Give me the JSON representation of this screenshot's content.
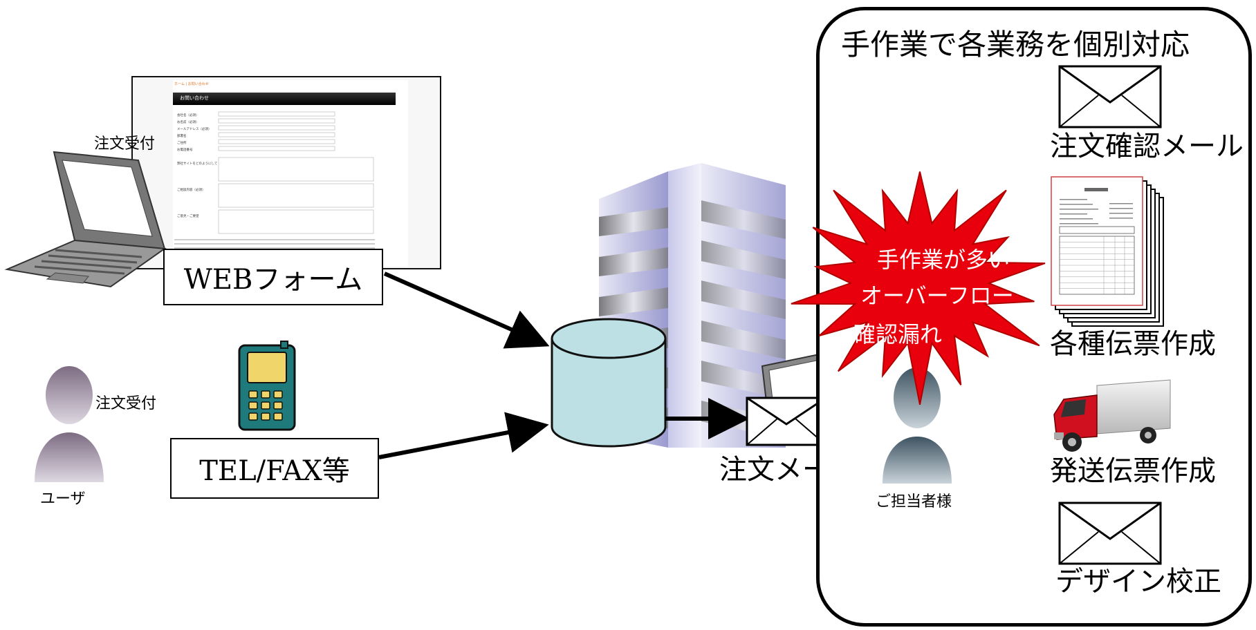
{
  "left": {
    "web_form_label": "WEBフォーム",
    "tel_fax_label": "TEL/FAX等",
    "order_reception_1": "注文受付",
    "order_reception_2": "注文受付",
    "user_label": "ユーザ"
  },
  "center": {
    "order_mail_label": "注文メール",
    "staff_label": "ご担当者様"
  },
  "burst": {
    "lines": [
      "手作業が多い",
      "オーバーフロー",
      "確認漏れ"
    ],
    "color": "#e8000c"
  },
  "right_panel": {
    "title": "手作業で各業務を個別対応",
    "tasks": [
      "注文確認メール",
      "各種伝票作成",
      "発送伝票作成",
      "デザイン校正"
    ]
  },
  "web_form_screenshot": {
    "breadcrumb": "ホーム | お問い合わせ",
    "header": "お問い合わせ",
    "fields": [
      "会社名（必須）",
      "お名前（必須）",
      "メールアドレス（必須）",
      "部署名",
      "ご住所",
      "お電話番号"
    ],
    "area_labels": [
      "弊社サイトをどのようにして お知りになりましたか？",
      "ご相談内容（必須）",
      "ご意見・ご要望"
    ]
  },
  "icons": [
    "laptop-icon",
    "mobile-phone-icon",
    "user-silhouette-icon",
    "database-icon",
    "office-building-icon",
    "envelope-icon",
    "document-stack-icon",
    "delivery-truck-icon"
  ]
}
